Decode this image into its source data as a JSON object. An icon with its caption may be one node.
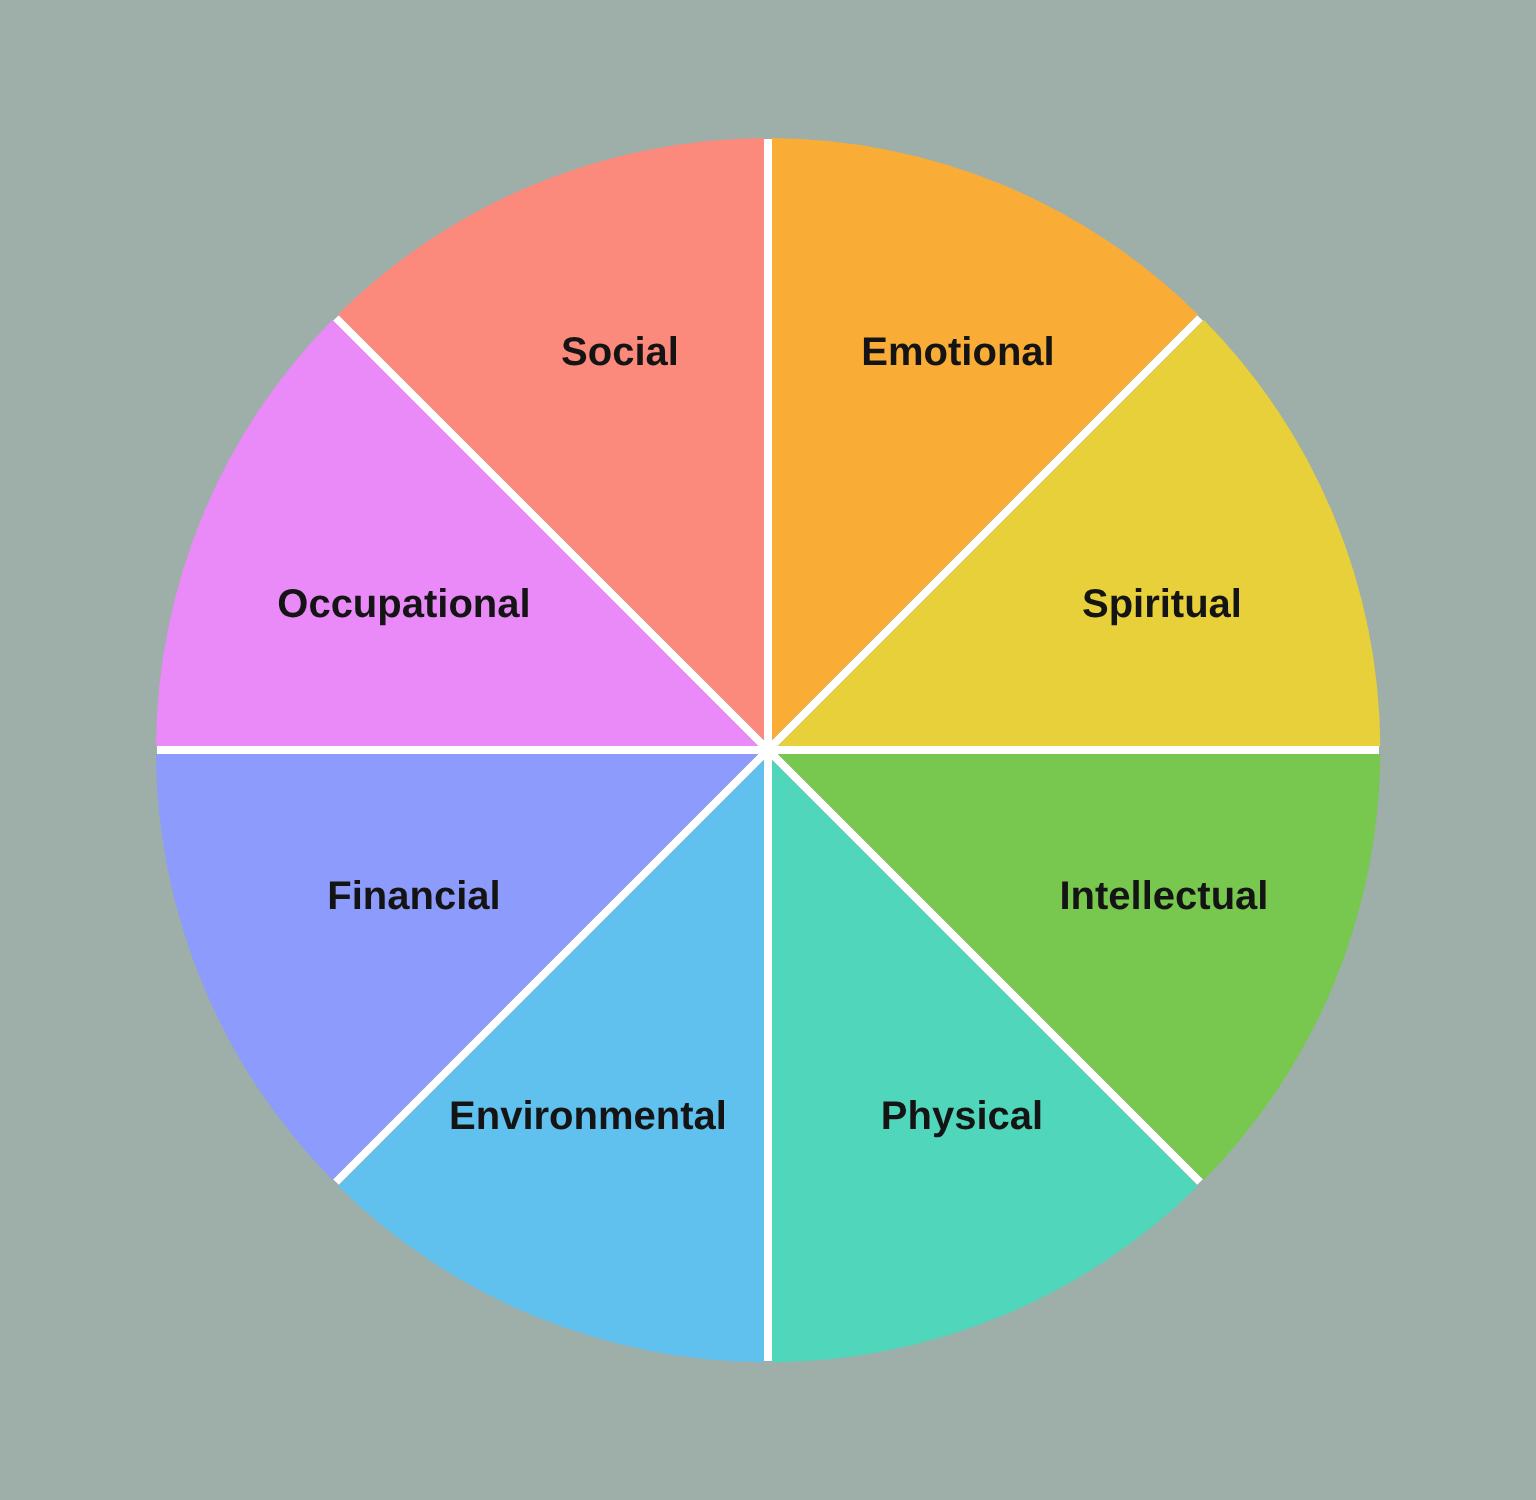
{
  "diagram": {
    "nodes": [
      {
        "text": [
          "Social"
        ]
      },
      {
        "text": [
          "Emotional"
        ]
      },
      {
        "text": [
          "Occupational"
        ]
      },
      {
        "text": [
          "Spiritual"
        ]
      },
      {
        "text": [
          "Financial"
        ]
      },
      {
        "text": [
          "Intellectual"
        ]
      },
      {
        "text": [
          "Environmental"
        ]
      },
      {
        "text": [
          "Physical"
        ]
      }
    ]
  }
}
